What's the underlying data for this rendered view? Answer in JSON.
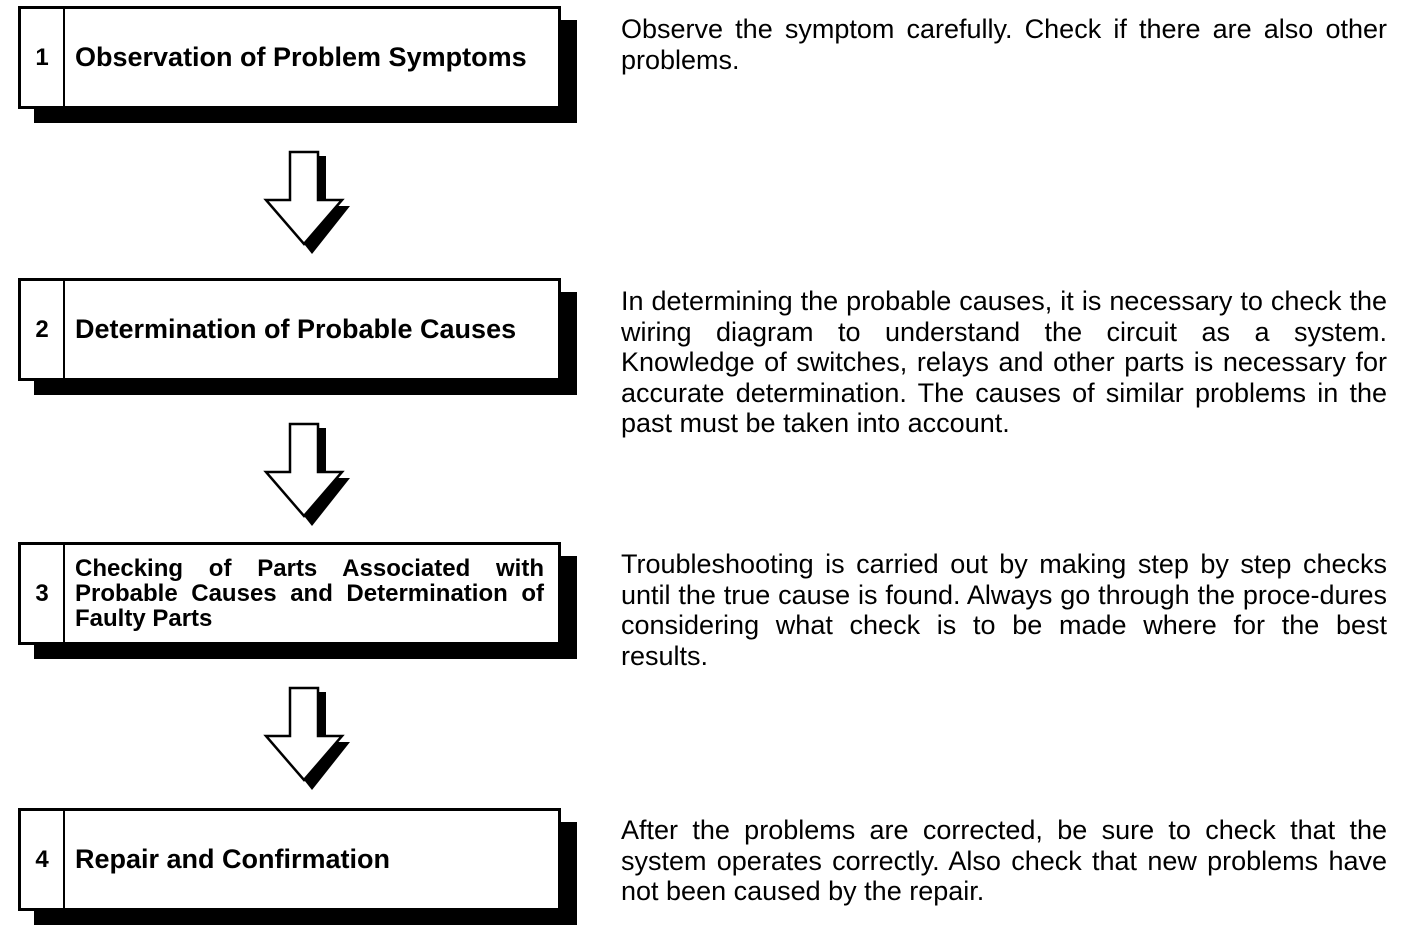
{
  "steps": [
    {
      "number": "1",
      "title": "Observation of Problem Symptoms",
      "description": "Observe the symptom carefully. Check if there are also other problems."
    },
    {
      "number": "2",
      "title": "Determination of Probable Causes",
      "description": "In determining the probable causes, it is necessary to check the wiring diagram to understand the circuit as a system. Knowledge of switches, relays and other parts is necessary for accurate determination. The causes of similar problems in the past must be taken into account."
    },
    {
      "number": "3",
      "title": "Checking of Parts Associated with Probable Causes and Determination of Faulty Parts",
      "description": "Troubleshooting is carried out by making step by step checks until the true cause is found. Always go through the proce-dures considering what check is to be made where for the best results."
    },
    {
      "number": "4",
      "title": "Repair and Confirmation",
      "description": "After the problems are corrected, be sure to check that the system operates correctly. Also check that new problems have not been caused by the repair."
    }
  ],
  "colors": {
    "ink": "#000000",
    "paper": "#ffffff"
  }
}
